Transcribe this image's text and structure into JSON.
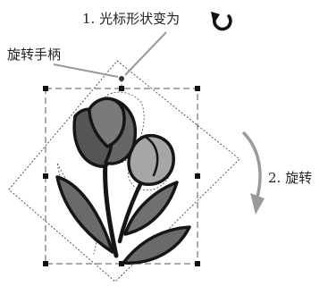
{
  "annotations": {
    "step1_label": "1. 光标形状变为",
    "handle_label": "旋转手柄",
    "step2_label": "2. 旋转"
  },
  "icons": {
    "rotate_cursor": "rotate-cursor-icon",
    "rotation_arrow": "curved-arrow-icon"
  },
  "colors": {
    "ink": "#222222",
    "petal_dark": "#555555",
    "petal_mid": "#7a7a7a",
    "petal_light": "#a6a6a6",
    "leaf": "#6a6a6a",
    "arrow": "#9a9a9a",
    "frame": "#555555"
  }
}
